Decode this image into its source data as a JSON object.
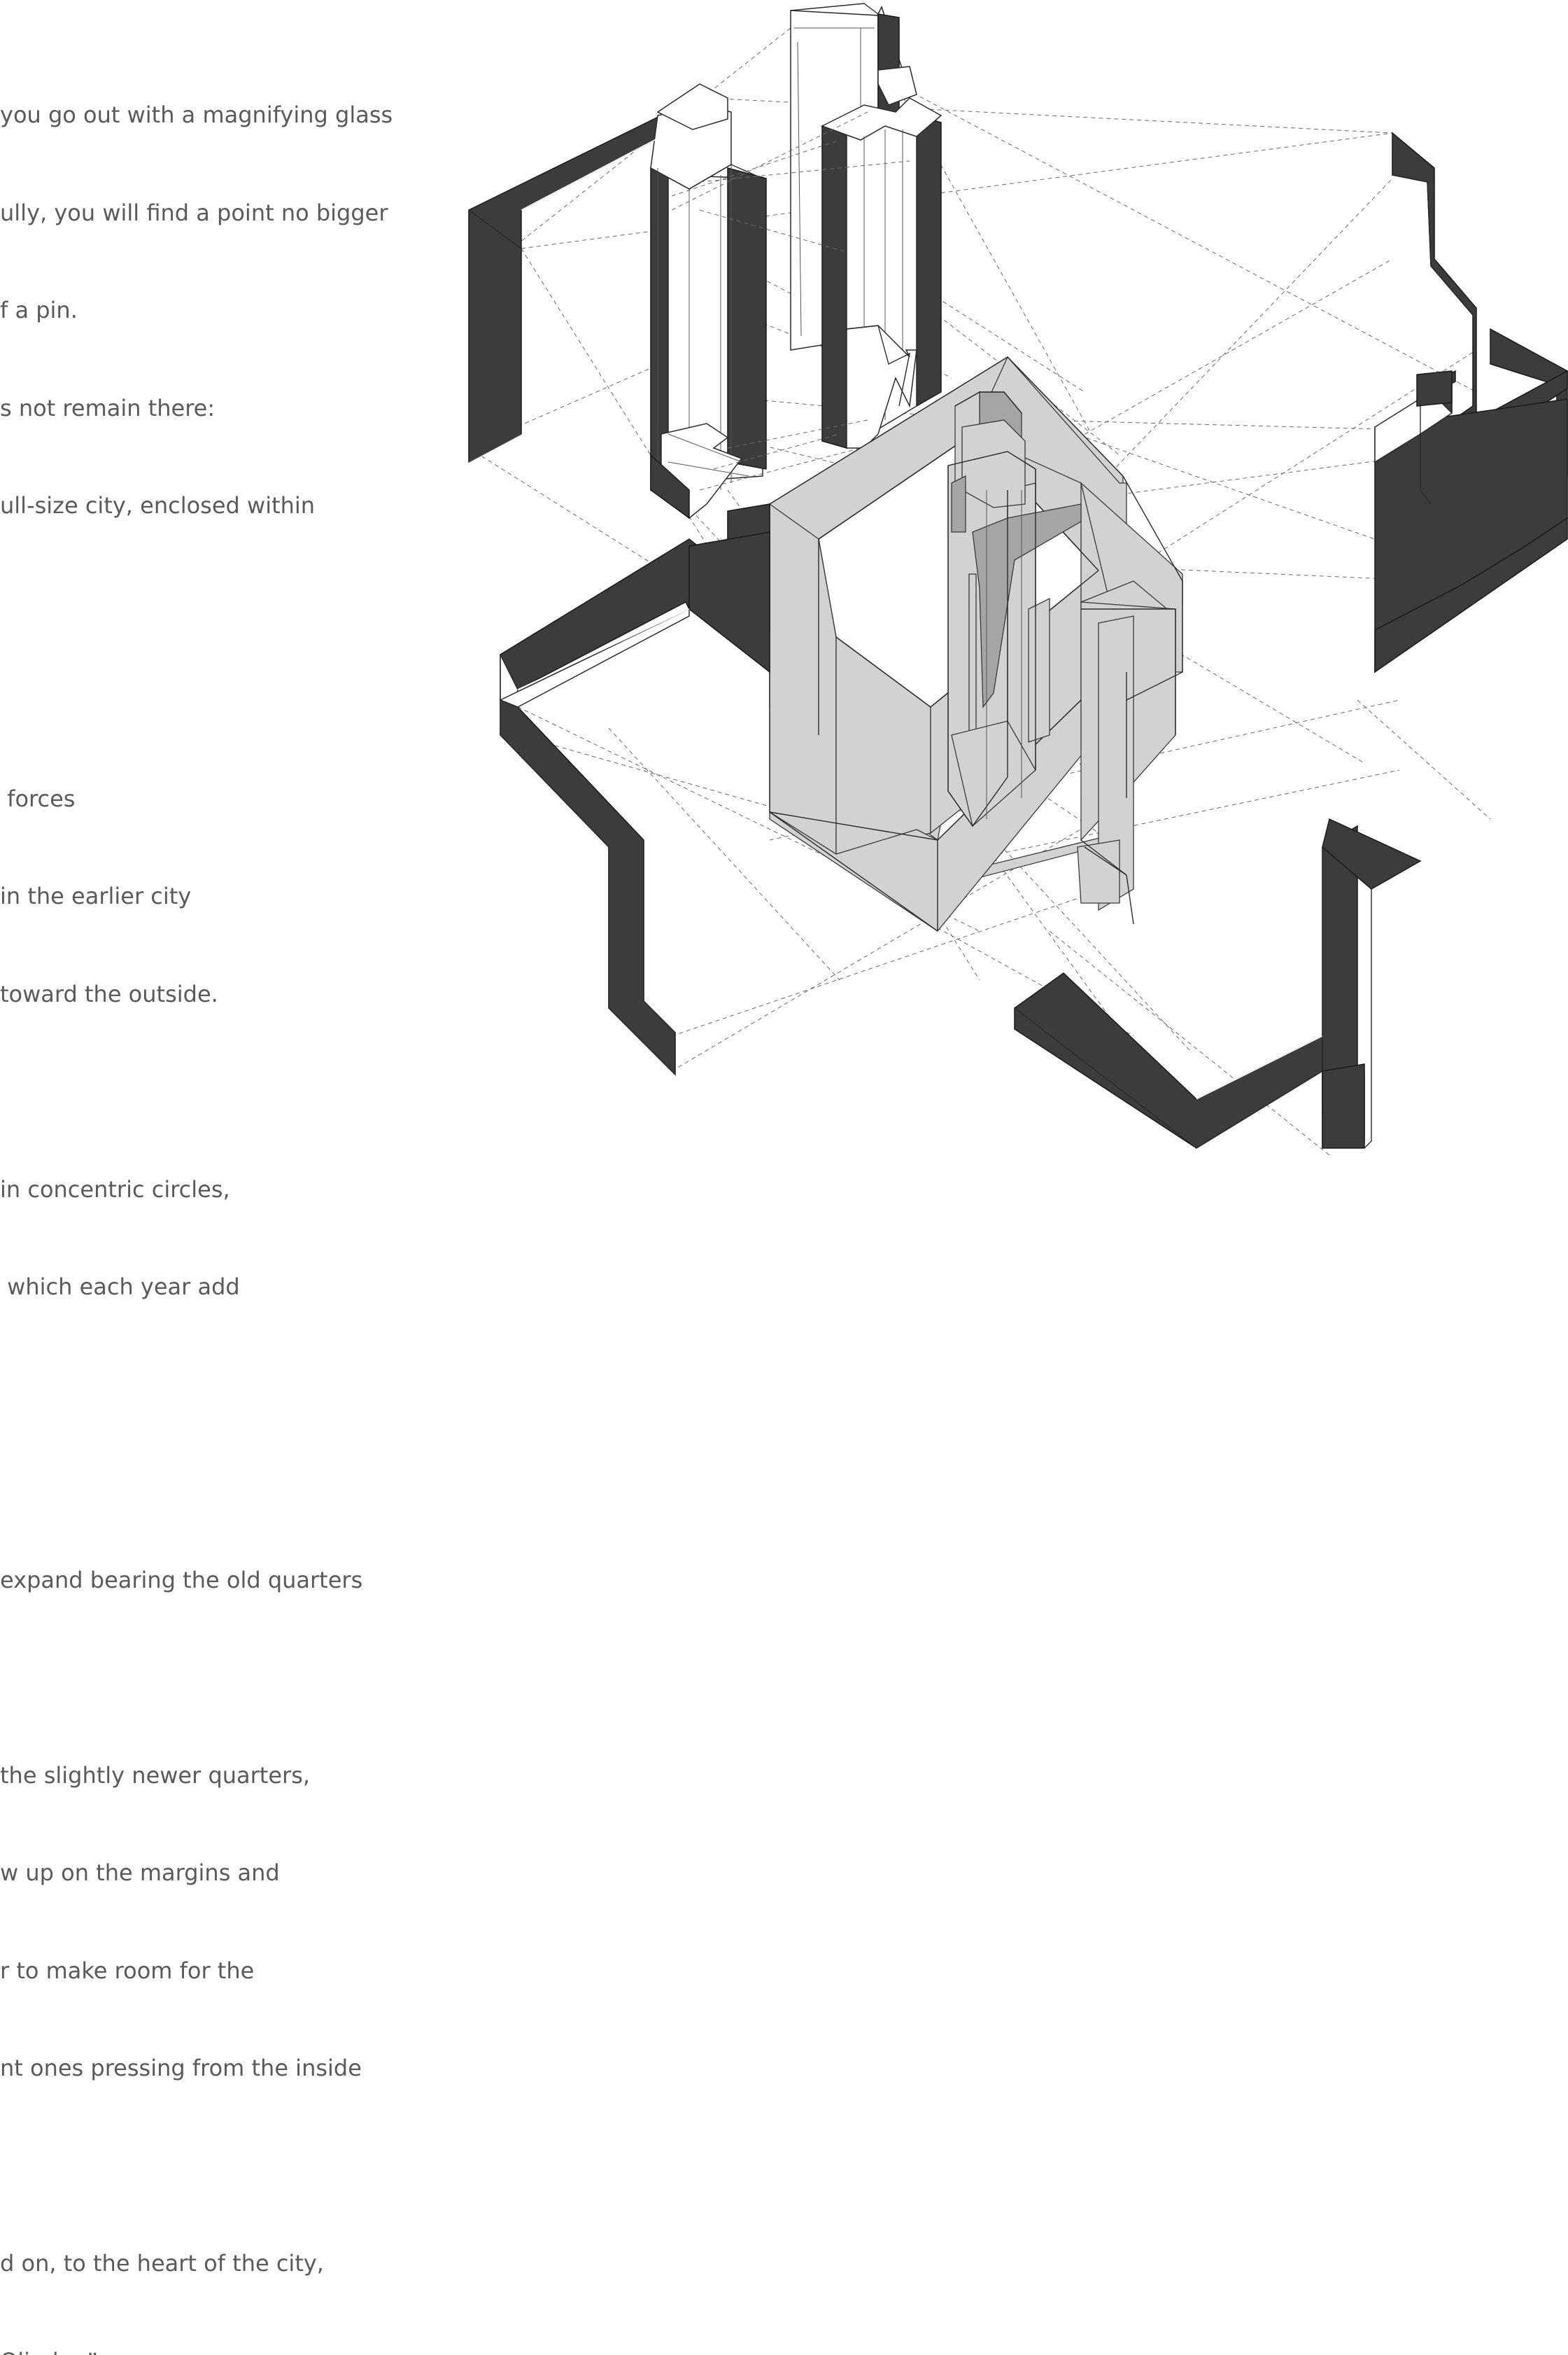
{
  "quote": {
    "lines": [
      "you go out with a magnifying glass",
      "ully, you will find a point no bigger",
      "f a pin.",
      "s not remain there:",
      "ull-size city, enclosed within",
      "",
      "",
      " forces",
      "in the earlier city",
      "toward the outside.",
      "",
      "in concentric circles,",
      " which each year add",
      "",
      "",
      "expand bearing the old quarters",
      "",
      "the slightly newer quarters,",
      "w up on the margins and",
      "r to make room for the",
      "nt ones pressing from the inside",
      "",
      "d on, to the heart of the city,",
      "Olinda. ”"
    ]
  },
  "colors": {
    "dark_fill": "#3c3c3c",
    "light_fill": "#d2d2d2",
    "text": "#5a5a5a"
  }
}
